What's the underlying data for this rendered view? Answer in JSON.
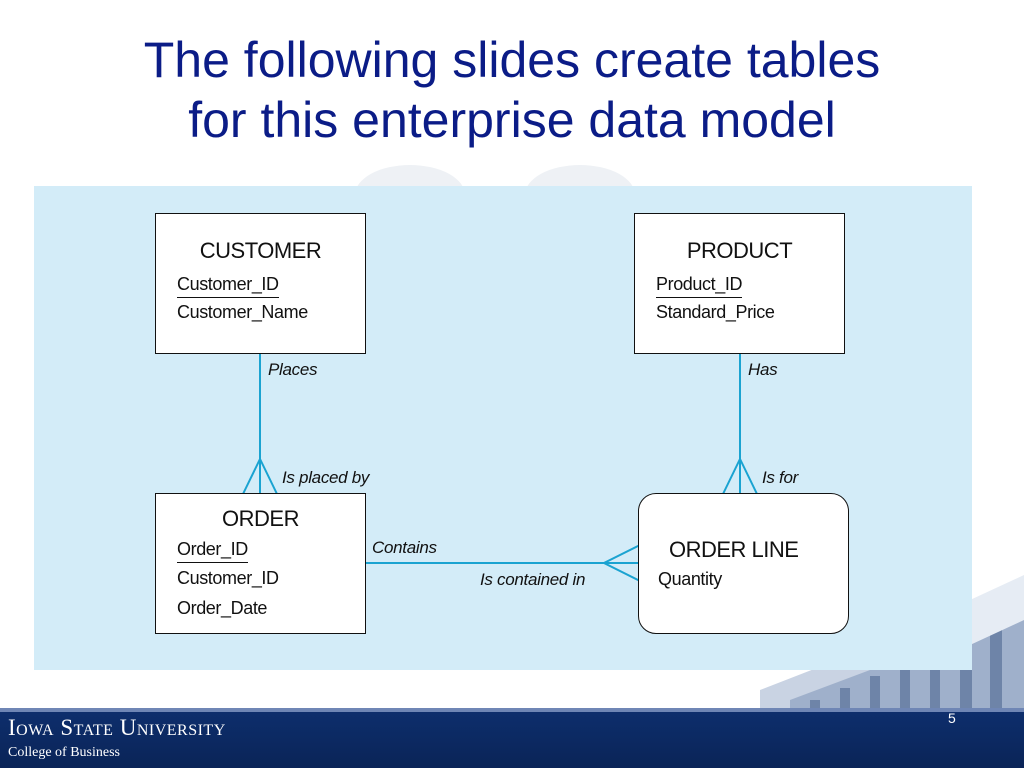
{
  "slide": {
    "title_line1": "The following slides create tables",
    "title_line2": "for this enterprise data model",
    "page_number": "5"
  },
  "footer": {
    "university": "Iowa State University",
    "college": "College of Business"
  },
  "entities": {
    "customer": {
      "name": "CUSTOMER",
      "attributes": [
        "Customer_ID",
        "Customer_Name"
      ]
    },
    "product": {
      "name": "PRODUCT",
      "attributes": [
        "Product_ID",
        "Standard_Price"
      ]
    },
    "order": {
      "name": "ORDER",
      "attributes": [
        "Order_ID",
        "Customer_ID",
        "Order_Date"
      ]
    },
    "order_line": {
      "name": "ORDER LINE",
      "attributes": [
        "Quantity"
      ]
    }
  },
  "relationships": {
    "customer_order": {
      "forward": "Places",
      "reverse": "Is placed by"
    },
    "product_order_line": {
      "forward": "Has",
      "reverse": "Is for"
    },
    "order_order_line": {
      "forward": "Contains",
      "reverse": "Is contained in"
    }
  },
  "colors": {
    "title": "#0b1c87",
    "diagram_background": "#d3ecf8",
    "connector": "#1aa3d1",
    "footer_band": "#0e2f6e"
  }
}
